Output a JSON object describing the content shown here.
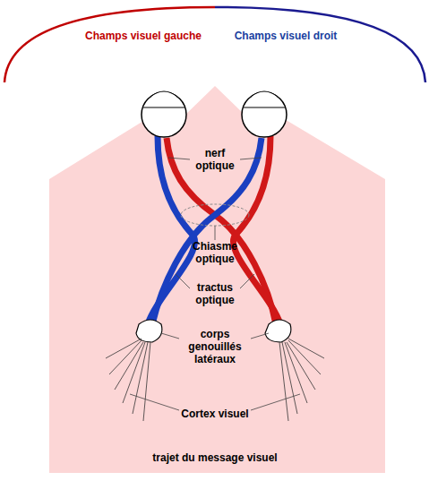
{
  "diagram": {
    "caption": "trajet du message visuel",
    "labels": [
      "Champs visuel gauche",
      "Champs visuel droit",
      "nerf optique",
      "Chiasme optique",
      "tractus optique",
      "corps genouillés latéraux",
      "Cortex visuel"
    ]
  }
}
